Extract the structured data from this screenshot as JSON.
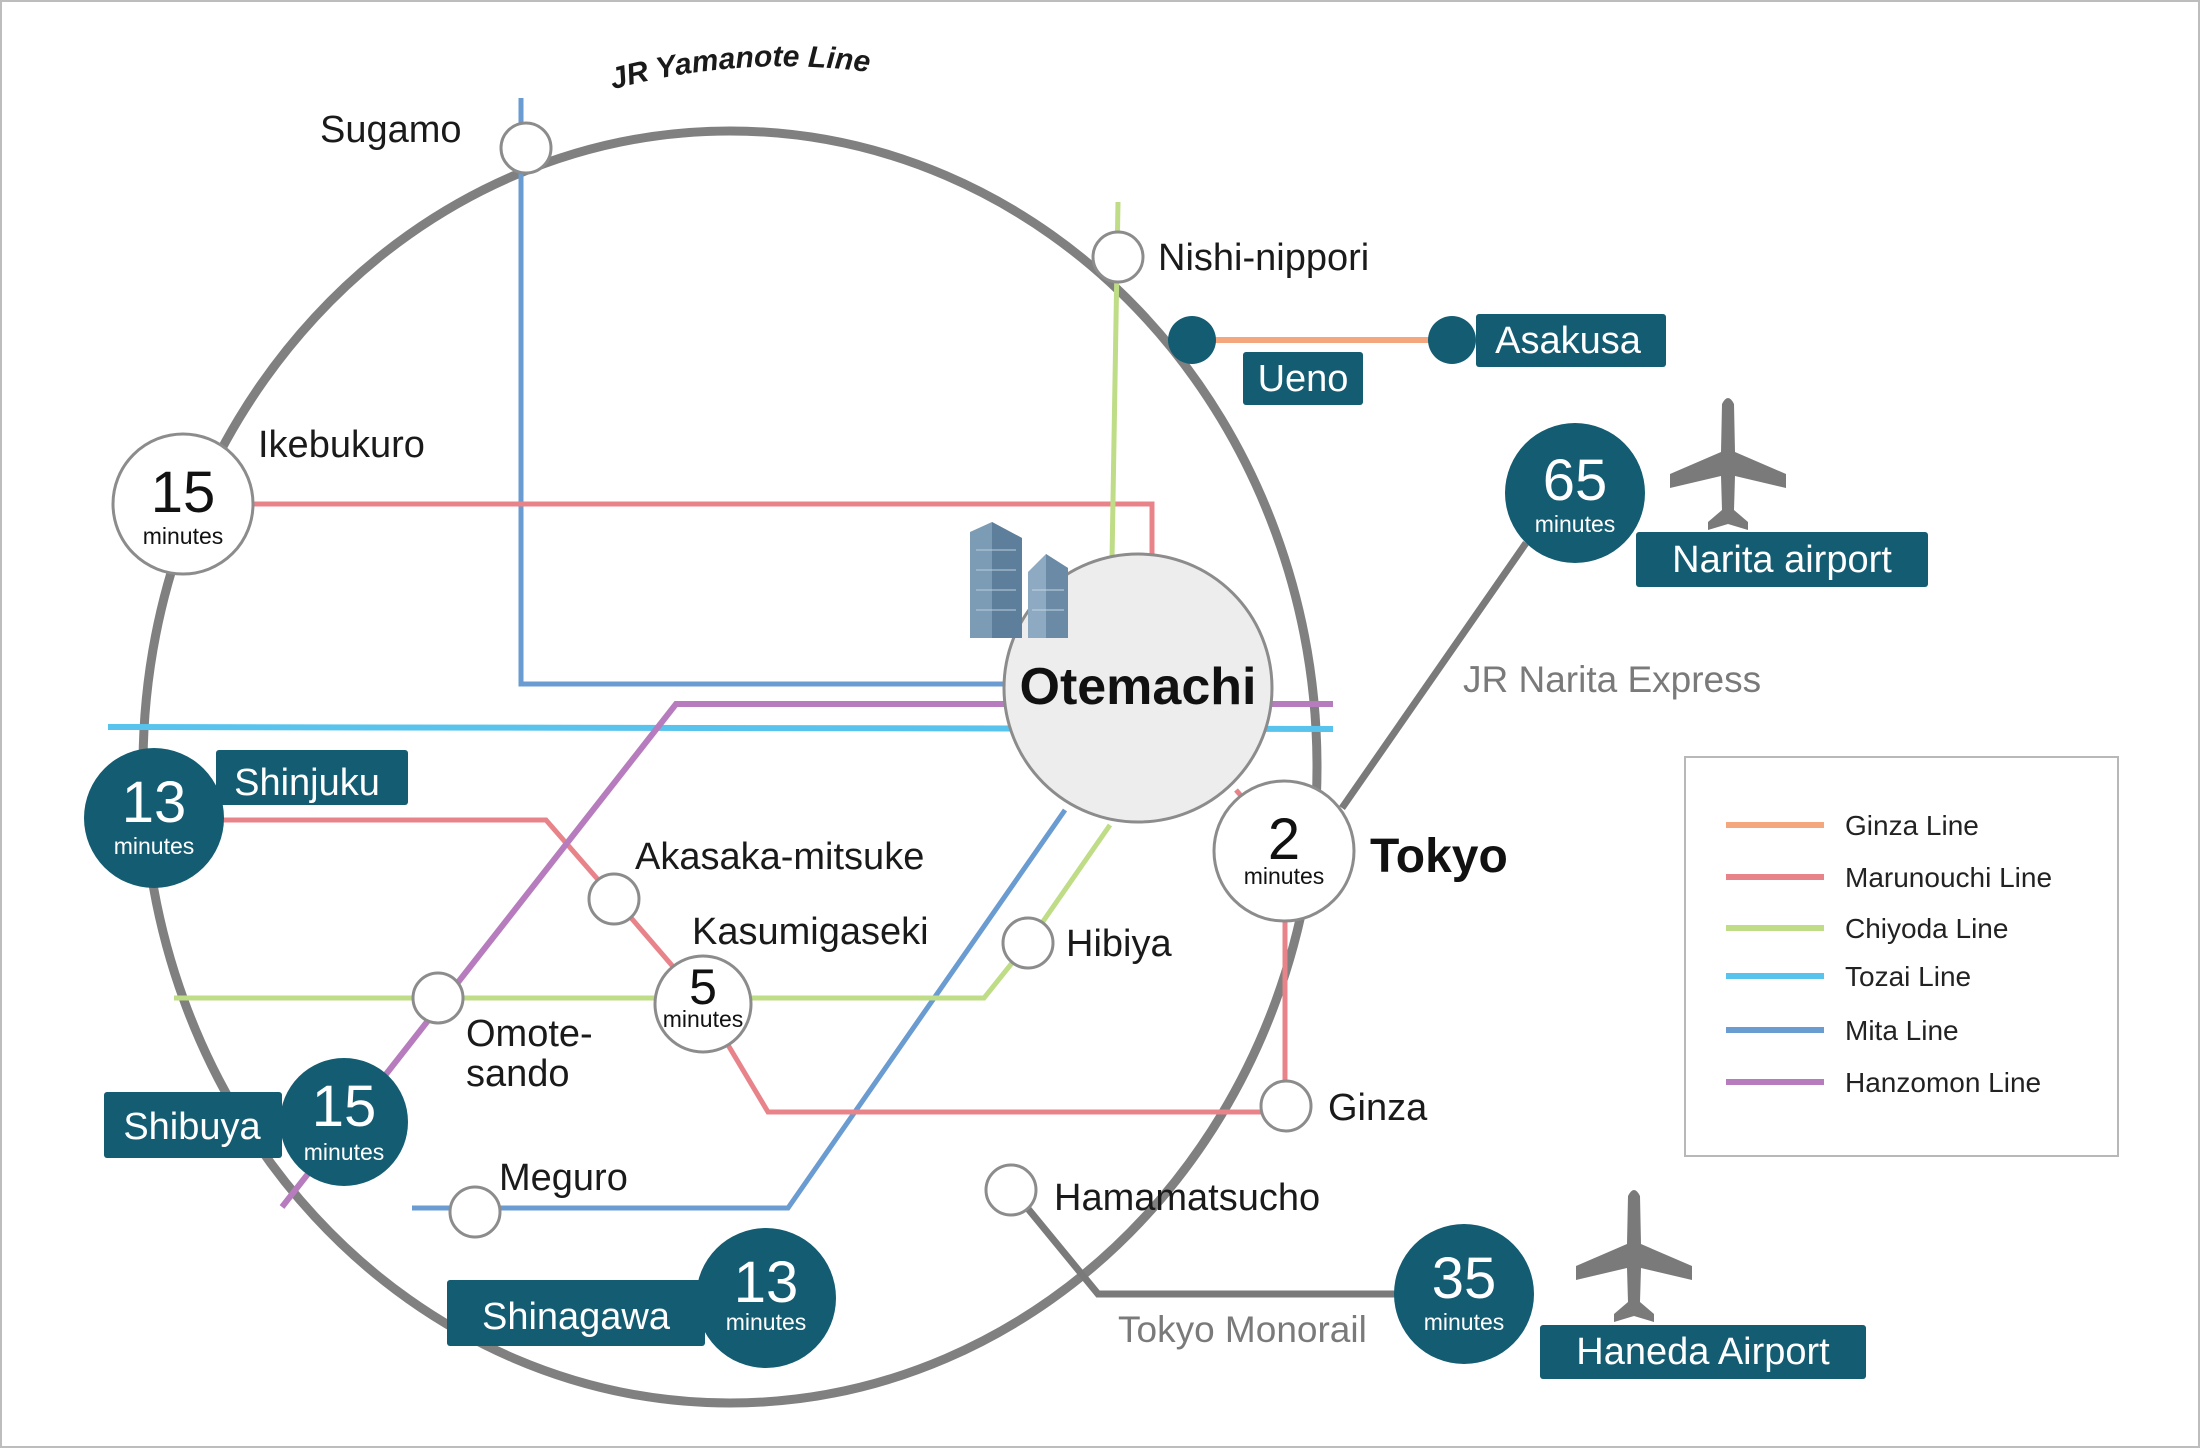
{
  "colors": {
    "yamanote": "#808080",
    "ginza": "#f4a77c",
    "marunouchi": "#e8838a",
    "chiyoda": "#bfdc86",
    "tozai": "#58c3ec",
    "mita": "#6a9bd1",
    "hanzomon": "#b67cbd",
    "tag_bg": "#135c72",
    "gray_line": "#7a7a7a"
  },
  "lines": {
    "yamanote": "JR Yamanote Line",
    "narita_express": "JR Narita Express",
    "monorail": "Tokyo Monorail"
  },
  "hub": {
    "name": "Otemachi",
    "icon": "office-buildings-icon"
  },
  "stations": {
    "sugamo": "Sugamo",
    "nishi_nippori": "Nishi-nippori",
    "ikebukuro": "Ikebukuro",
    "akasaka_mitsuke": "Akasaka-mitsuke",
    "kasumigaseki": "Kasumigaseki",
    "hibiya": "Hibiya",
    "omotesando_1": "Omote-",
    "omotesando_2": "sando",
    "ginza": "Ginza",
    "meguro": "Meguro",
    "hamamatsucho": "Hamamatsucho",
    "tokyo": "Tokyo"
  },
  "tags": {
    "ueno": "Ueno",
    "asakusa": "Asakusa",
    "narita": "Narita airport",
    "shinjuku": "Shinjuku",
    "shibuya": "Shibuya",
    "shinagawa": "Shinagawa",
    "haneda": "Haneda Airport"
  },
  "times": {
    "minutes_label": "minutes",
    "ikebukuro": "15",
    "narita": "65",
    "shinjuku": "13",
    "tokyo": "2",
    "kasumigaseki": "5",
    "shibuya": "15",
    "shinagawa": "13",
    "haneda": "35"
  },
  "icons": {
    "airplane": "airplane-icon"
  },
  "legend": {
    "items": [
      {
        "label": "Ginza Line",
        "color": "#f4a77c"
      },
      {
        "label": "Marunouchi Line",
        "color": "#e8838a"
      },
      {
        "label": "Chiyoda Line",
        "color": "#bfdc86"
      },
      {
        "label": "Tozai Line",
        "color": "#58c3ec"
      },
      {
        "label": "Mita Line",
        "color": "#6a9bd1"
      },
      {
        "label": "Hanzomon Line",
        "color": "#b67cbd"
      }
    ]
  }
}
